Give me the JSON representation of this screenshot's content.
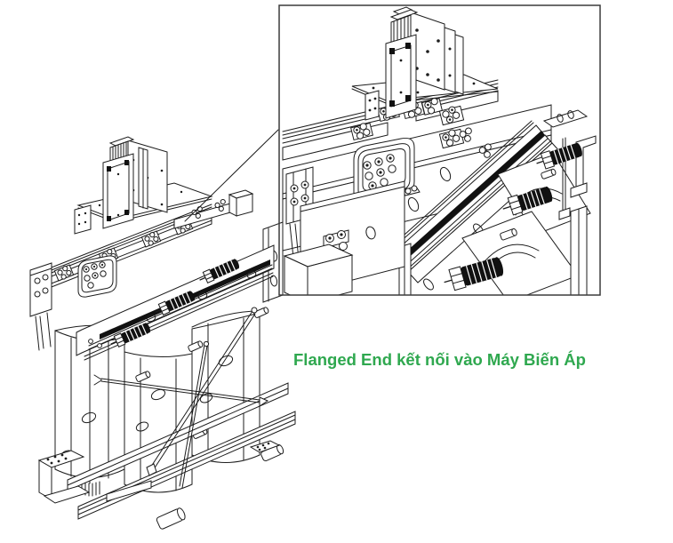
{
  "caption": {
    "text": "Flanged End kết nối vào Máy Biến Áp"
  },
  "colors": {
    "background": "#ffffff",
    "line": "#1d1d1d",
    "fill-black": "#111111",
    "caption-green": "#2fa84f",
    "inset-border": "#3c3c3c"
  },
  "figure": {
    "type": "technical-isometric-drawing",
    "views": {
      "main_view": "three-phase-dry-type-transformer",
      "detail_view": "flanged-end-busbar-connection-closeup"
    }
  }
}
